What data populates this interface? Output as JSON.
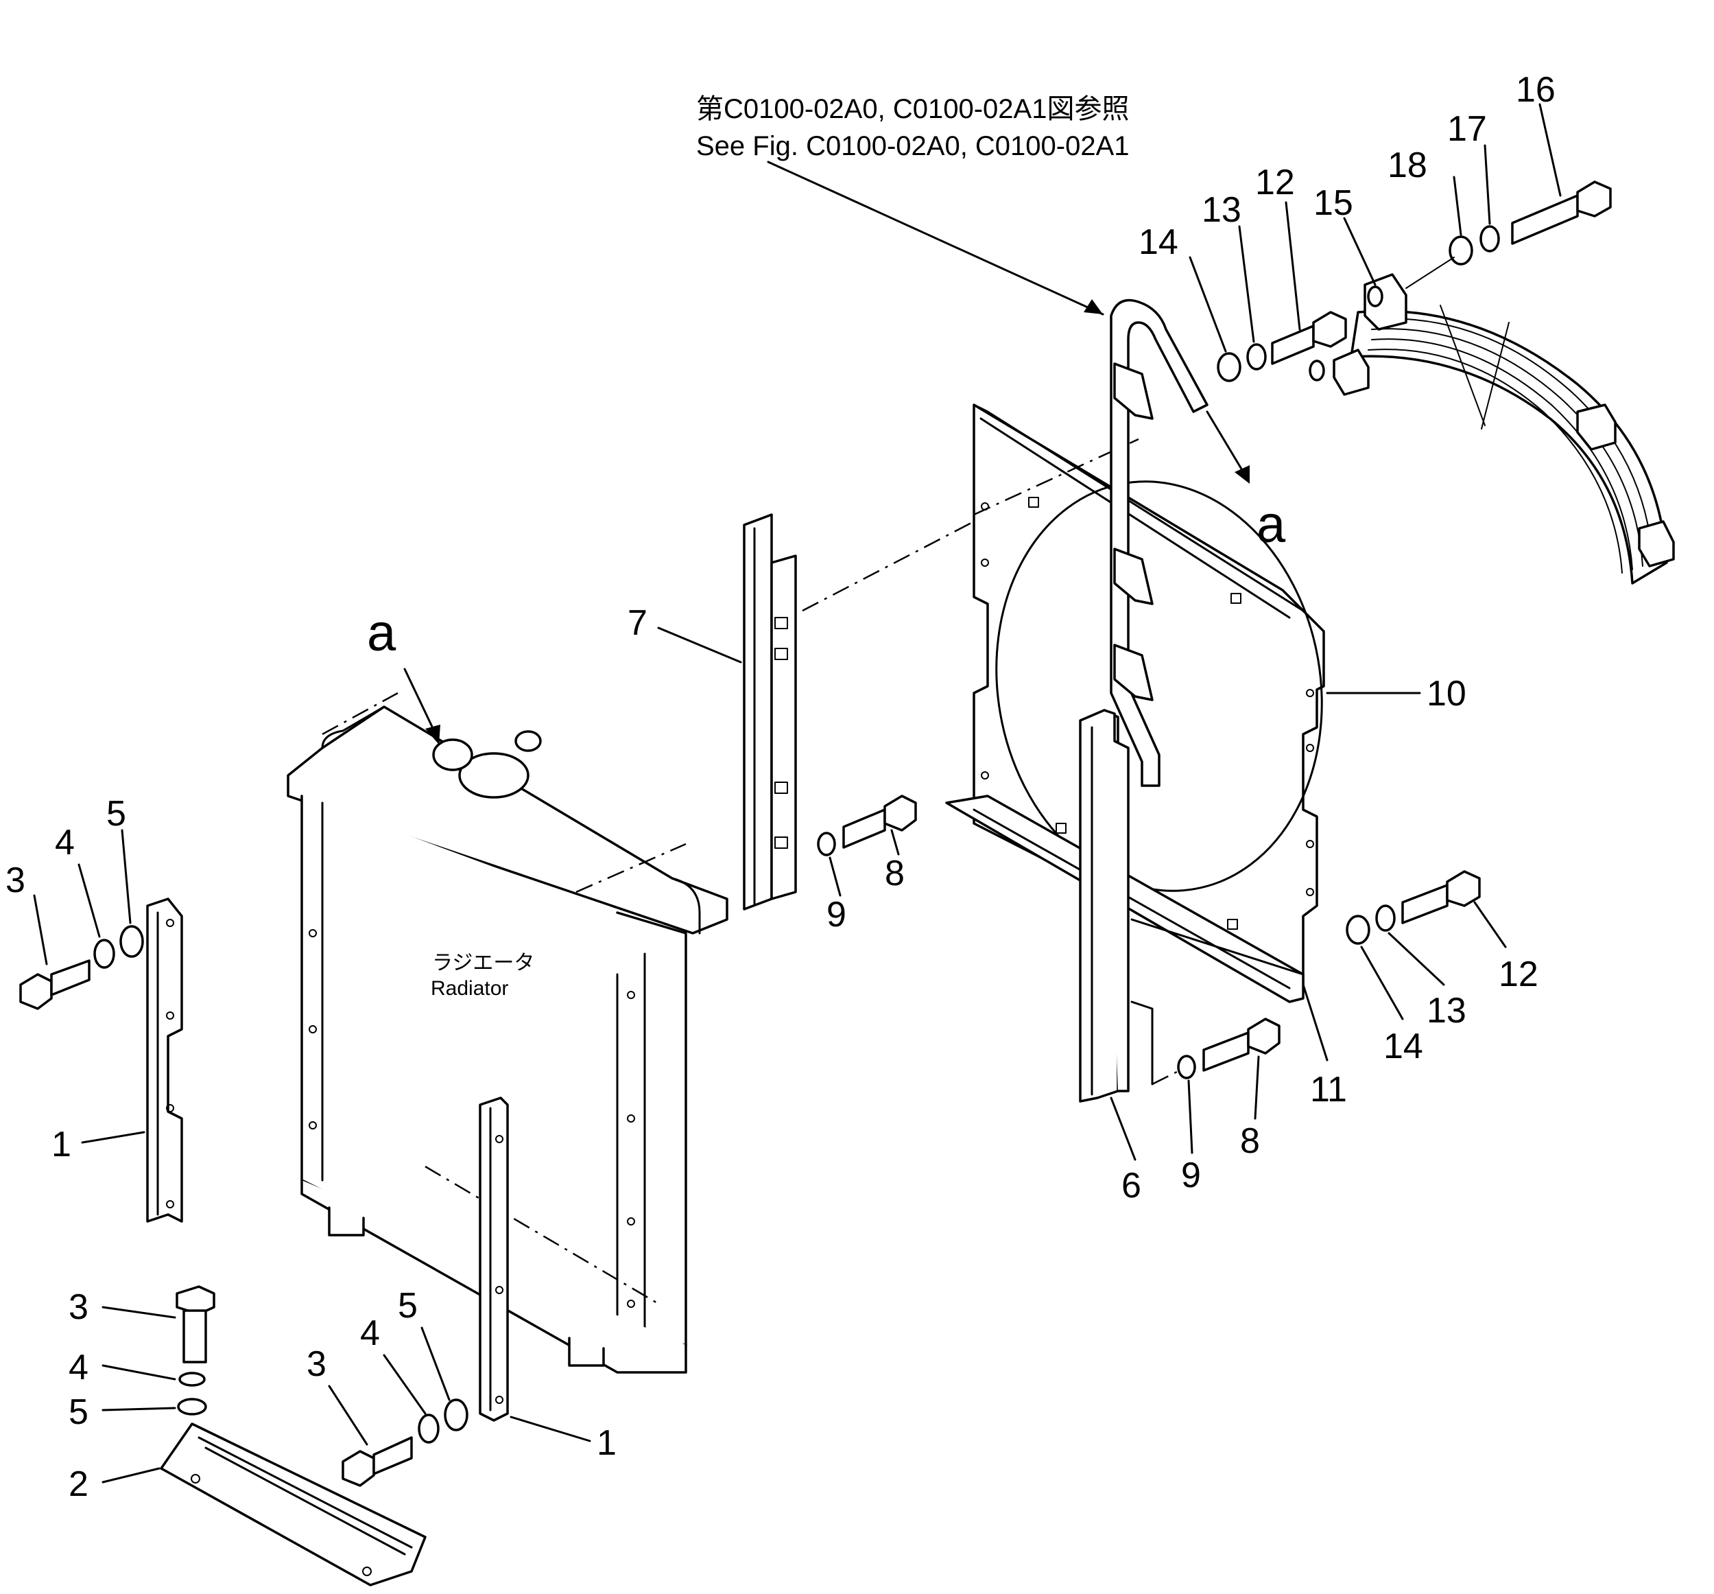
{
  "reference_note": {
    "jp": "第C0100-02A0, C0100-02A1図参照",
    "en": "See Fig. C0100-02A0, C0100-02A1"
  },
  "radiator_label": {
    "jp": "ラジエータ",
    "en": "Radiator"
  },
  "arrow_marks": {
    "radiator_cap": "a",
    "hose_end": "a"
  },
  "callouts": {
    "c1_left": "1",
    "c1_mid": "1",
    "c2": "2",
    "c3_a": "3",
    "c3_b": "3",
    "c3_c": "3",
    "c4_a": "4",
    "c4_b": "4",
    "c4_c": "4",
    "c5_a": "5",
    "c5_b": "5",
    "c5_c": "5",
    "c6": "6",
    "c7": "7",
    "c8_a": "8",
    "c8_b": "8",
    "c9_a": "9",
    "c9_b": "9",
    "c10": "10",
    "c11": "11",
    "c12_a": "12",
    "c12_b": "12",
    "c13_a": "13",
    "c13_b": "13",
    "c14_a": "14",
    "c14_b": "14",
    "c15": "15",
    "c16": "16",
    "c17": "17",
    "c18": "18"
  }
}
